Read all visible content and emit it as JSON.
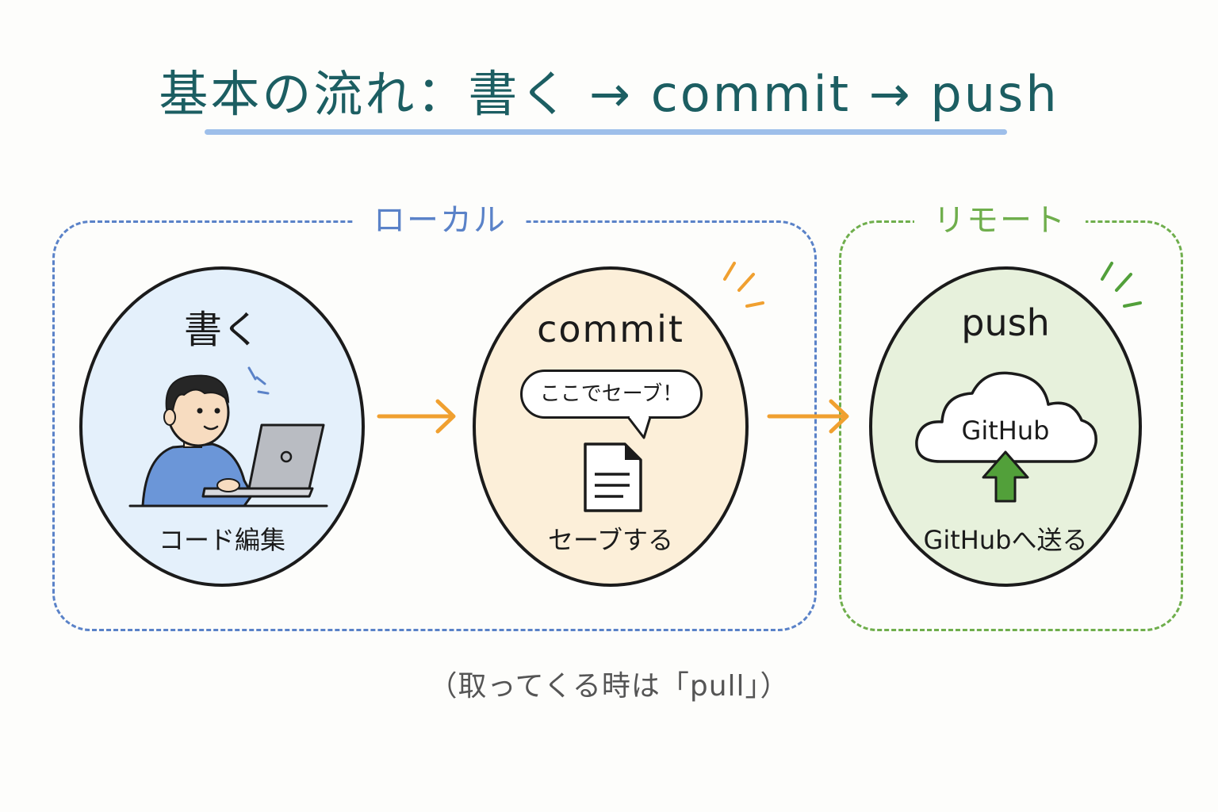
{
  "title": "基本の流れ：書く → commit → push",
  "groups": {
    "local": {
      "label": "ローカル"
    },
    "remote": {
      "label": "リモート"
    }
  },
  "steps": [
    {
      "id": "write",
      "title": "書く",
      "caption": "コード編集",
      "icon": "person-with-laptop-icon"
    },
    {
      "id": "commit",
      "title": "commit",
      "caption": "セーブする",
      "bubble": "ここでセーブ！",
      "icon": "document-icon"
    },
    {
      "id": "push",
      "title": "push",
      "caption": "GitHubへ送る",
      "cloud_label": "GitHub",
      "icon": "cloud-upload-icon"
    }
  ],
  "footnote": "（取ってくる時は「pull」）",
  "colors": {
    "title": "#1c5e62",
    "underline": "#9ebfea",
    "local": "#5a82c8",
    "remote": "#6fae4c",
    "arrow": "#f0a030",
    "write_fill": "#e4f0fb",
    "commit_fill": "#fcefd9",
    "push_fill": "#e7f1dc"
  }
}
